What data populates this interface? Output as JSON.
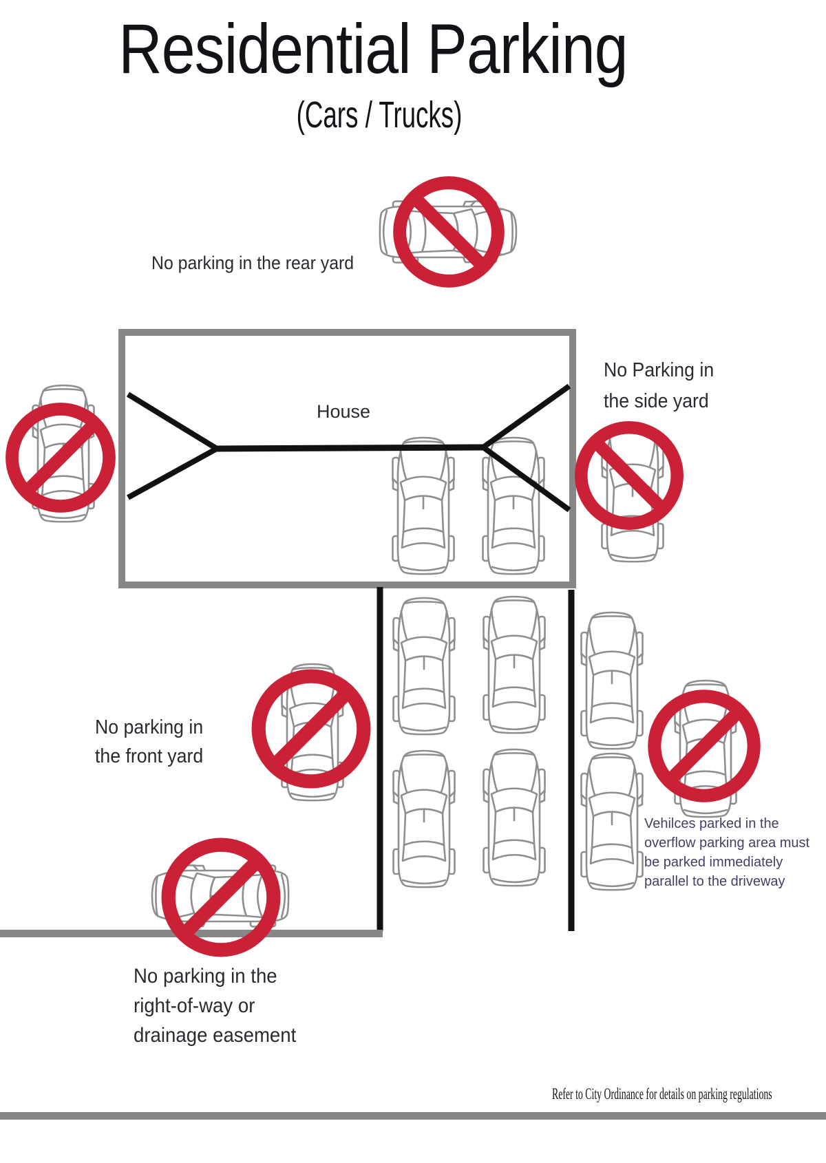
{
  "title": "Residential Parking",
  "subtitle": "(Cars / Trucks)",
  "house_label": "House",
  "annotations": {
    "rear_yard": {
      "lines": [
        "No parking in the rear yard"
      ]
    },
    "side_yard": {
      "lines": [
        "No Parking in",
        "the side yard"
      ]
    },
    "front_yard": {
      "lines": [
        "No parking in",
        "the front yard"
      ]
    },
    "right_of_way": {
      "lines": [
        "No parking in the",
        "right-of-way or",
        "drainage easement"
      ]
    },
    "overflow_note": {
      "lines": [
        "Vehilces parked in the",
        "overflow parking area must",
        "be parked immediately",
        "parallel to the driveway"
      ]
    }
  },
  "footer": "Refer to City Ordinance for details on parking regulations",
  "colors": {
    "no_parking_red": "#cb2137",
    "structure_gray": "#878787",
    "line_black": "#111111",
    "car_line_gray": "#8e8e8e",
    "label_text": "#2a2a30",
    "note_text": "#453e66",
    "title_text": "#121217"
  }
}
